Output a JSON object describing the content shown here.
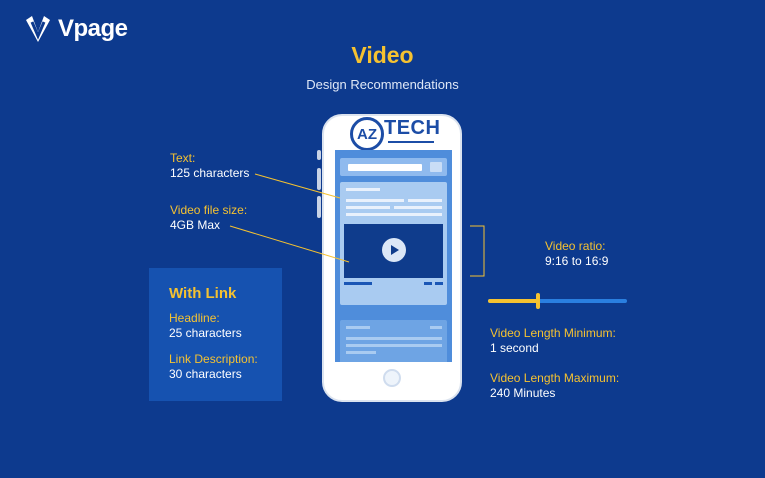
{
  "brand": {
    "name": "Vpage"
  },
  "header": {
    "title": "Video",
    "subtitle": "Design Recommendations"
  },
  "watermark": {
    "text": "TECH",
    "mark": "AZ"
  },
  "specs": {
    "text": {
      "label": "Text:",
      "value": "125 characters"
    },
    "file_size": {
      "label": "Video file size:",
      "value": "4GB Max"
    },
    "ratio": {
      "label": "Video ratio:",
      "value": "9:16 to 16:9"
    },
    "length_min": {
      "label": "Video Length Minimum:",
      "value": "1 second"
    },
    "length_max": {
      "label": "Video Length Maximum:",
      "value": "240 Minutes"
    }
  },
  "with_link": {
    "title": "With Link",
    "headline": {
      "label": "Headline:",
      "value": "25 characters"
    },
    "description": {
      "label": "Link Description:",
      "value": "30 characters"
    }
  },
  "length_slider": {
    "fraction": 0.36
  },
  "colors": {
    "background": "#0d3a8e",
    "accent": "#f5c231",
    "slider_track": "#2a7fe0",
    "panel": "#1652b0"
  }
}
